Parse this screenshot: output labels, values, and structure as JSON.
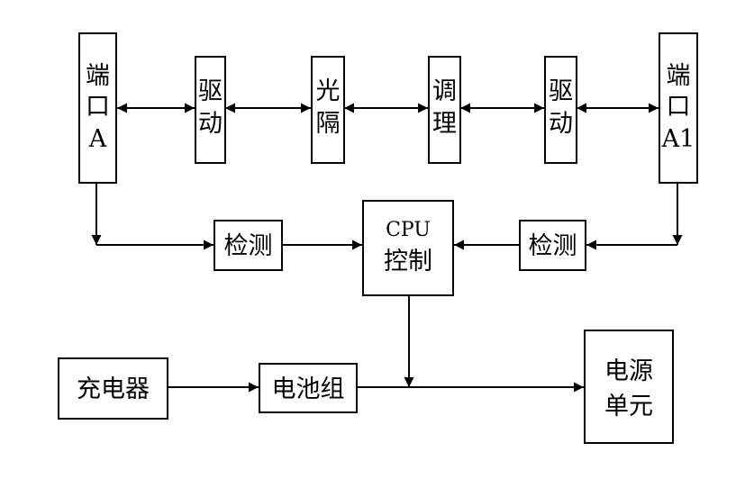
{
  "diagram": {
    "port_a": {
      "line1": "端",
      "line2": "口",
      "line3": "A"
    },
    "drive_left": {
      "line1": "驱",
      "line2": "动"
    },
    "optical_isolation": {
      "line1": "光",
      "line2": "隔"
    },
    "conditioning": {
      "line1": "调",
      "line2": "理"
    },
    "drive_right": {
      "line1": "驱",
      "line2": "动"
    },
    "port_a1": {
      "line1": "端",
      "line2": "口",
      "line3": "A1"
    },
    "detect_left": {
      "label": "检测"
    },
    "cpu_control": {
      "line1": "CPU",
      "line2": "控制"
    },
    "detect_right": {
      "label": "检测"
    },
    "charger": {
      "label": "充电器"
    },
    "battery_pack": {
      "label": "电池组"
    },
    "power_unit": {
      "line1": "电源",
      "line2": "单元"
    }
  }
}
